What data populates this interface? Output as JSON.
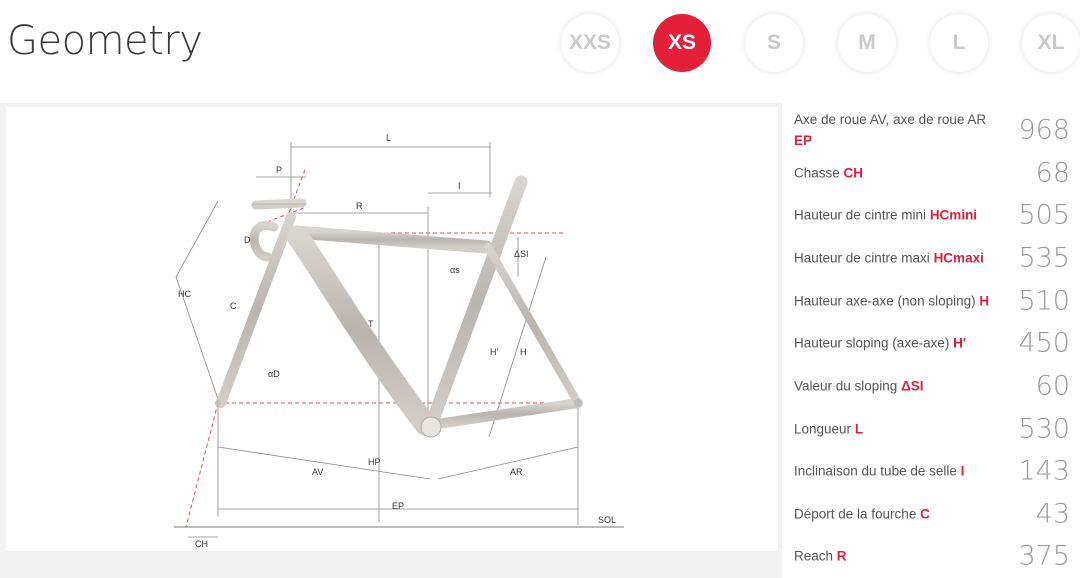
{
  "header": {
    "title": "Geometry"
  },
  "sizes": {
    "options": [
      {
        "label": "XXS",
        "active": false
      },
      {
        "label": "XS",
        "active": true
      },
      {
        "label": "S",
        "active": false
      },
      {
        "label": "M",
        "active": false
      },
      {
        "label": "L",
        "active": false
      },
      {
        "label": "XL",
        "active": false
      }
    ],
    "active_color": "#e31f3a"
  },
  "diagram": {
    "labels": {
      "L": "L",
      "P": "P",
      "R": "R",
      "I": "I",
      "D": "D",
      "HC": "HC",
      "C": "C",
      "T": "T",
      "DSI": "ΔSI",
      "Hprime": "H'",
      "H": "H",
      "alpha": "αs",
      "alphaD": "αD",
      "HP": "HP",
      "AV": "AV",
      "AR": "AR",
      "EP": "EP",
      "SOL": "SOL",
      "CH": "CH"
    }
  },
  "specs": [
    {
      "label": "Axe de roue AV, axe de roue AR ",
      "code": "EP",
      "value": "968"
    },
    {
      "label": "Chasse ",
      "code": "CH",
      "value": "68"
    },
    {
      "label": "Hauteur de cintre mini ",
      "code": "HCmini",
      "value": "505"
    },
    {
      "label": "Hauteur de cintre maxi ",
      "code": "HCmaxi",
      "value": "535"
    },
    {
      "label": "Hauteur axe-axe (non sloping) ",
      "code": "H",
      "value": "510"
    },
    {
      "label": "Hauteur sloping (axe-axe) ",
      "code": "H'",
      "value": "450"
    },
    {
      "label": "Valeur du sloping ",
      "code": "ΔSI",
      "value": "60"
    },
    {
      "label": "Longueur ",
      "code": "L",
      "value": "530"
    },
    {
      "label": "Inclinaison du tube de selle ",
      "code": "I",
      "value": "143"
    },
    {
      "label": "Déport de la fourche ",
      "code": "C",
      "value": "43"
    },
    {
      "label": "Reach ",
      "code": "R",
      "value": "375"
    }
  ]
}
